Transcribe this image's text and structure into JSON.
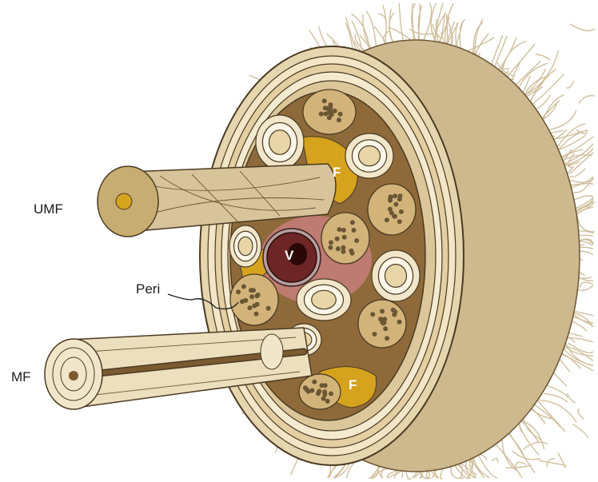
{
  "labels": {
    "umf": "UMF",
    "peri": "Peri",
    "mf": "MF",
    "fibroblast_upper": "F",
    "fibroblast_lower": "F",
    "vessel": "V"
  },
  "colors": {
    "tan": "#d9c59a",
    "cream": "#f4ead0",
    "dark_tan": "#a88a55",
    "fibroblast_gold": "#d6a31e",
    "vessel_maroon": "#6e2525",
    "interior_pink": "#c98080",
    "outline": "#4a3a22"
  }
}
